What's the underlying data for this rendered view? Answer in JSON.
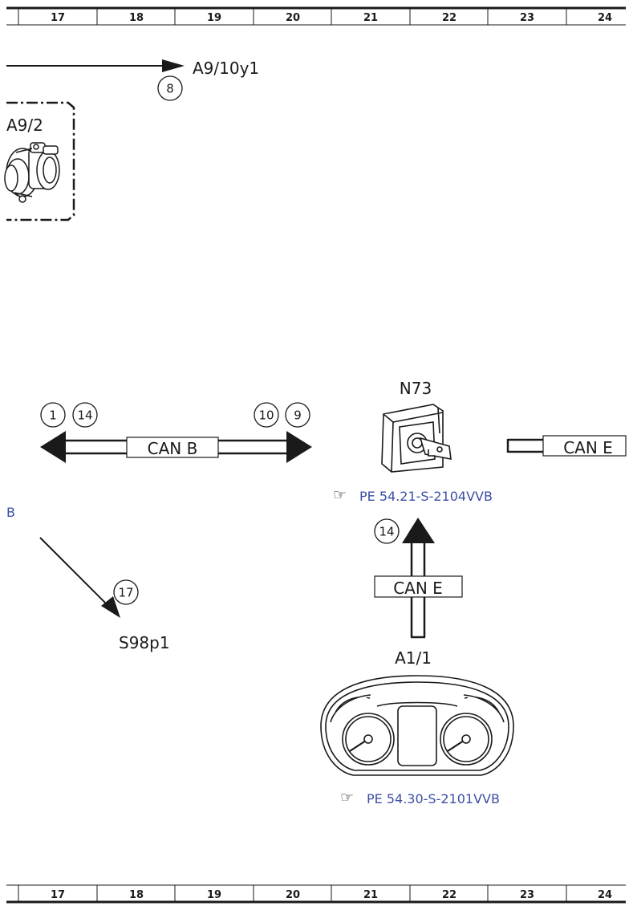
{
  "ruler": {
    "top_columns": [
      "17",
      "18",
      "19",
      "20",
      "21",
      "22",
      "23",
      "24"
    ],
    "bottom_columns": [
      "17",
      "18",
      "19",
      "20",
      "21",
      "22",
      "23",
      "24"
    ]
  },
  "components": {
    "a9_10y1": "A9/10y1",
    "a9_2": "A9/2",
    "n73": "N73",
    "s98p1": "S98p1",
    "a1_1": "A1/1"
  },
  "markers": {
    "m8": "8",
    "m1": "1",
    "m14_left": "14",
    "m10": "10",
    "m9": "9",
    "m14_up": "14",
    "m17": "17"
  },
  "buses": {
    "can_b": "CAN B",
    "can_e_right": "CAN E",
    "can_e_vertical": "CAN E"
  },
  "references": {
    "icon": "☞",
    "n73_ref": "PE 54.21-S-2104VVB",
    "a1_1_ref": "PE 54.30-S-2101VVB",
    "left_cut": "B"
  },
  "colors": {
    "line": "#1a1a1a",
    "link": "#3b4fa3"
  }
}
